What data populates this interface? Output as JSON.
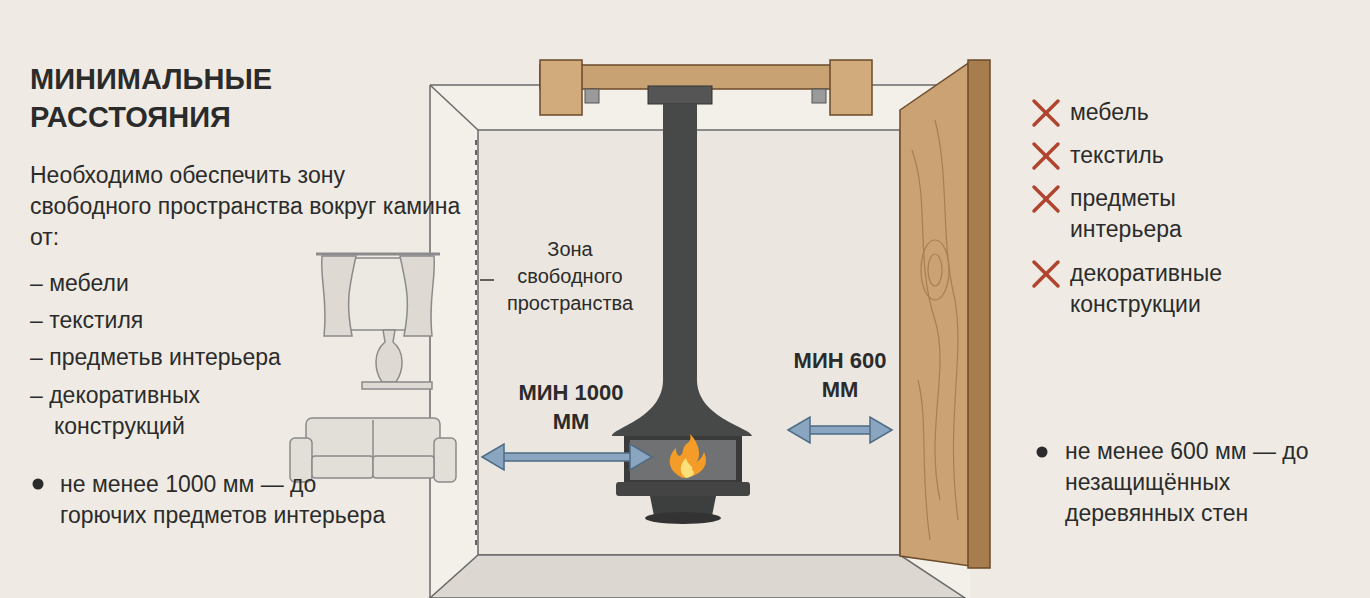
{
  "diagram": {
    "labels": [
      "МИНИМАЛЬНЫЕ РАССТОЯНИЯ",
      "Необходимо обеспечить зону свободного пространства вокруг камина от:",
      "– мебели",
      "– текстиля",
      "– предметьв интерьера",
      "– декоративных конструкций",
      "не менее 1000 мм — до горючих предметов интерьера",
      "Зона свободного пространства",
      "МИН 1000 ММ",
      "МИН 600 ММ",
      "мебель",
      "текстиль",
      "предметы интерьера",
      "декоративные конструкции",
      "не менее 600 мм — до незащищённых деревянных стен"
    ]
  }
}
